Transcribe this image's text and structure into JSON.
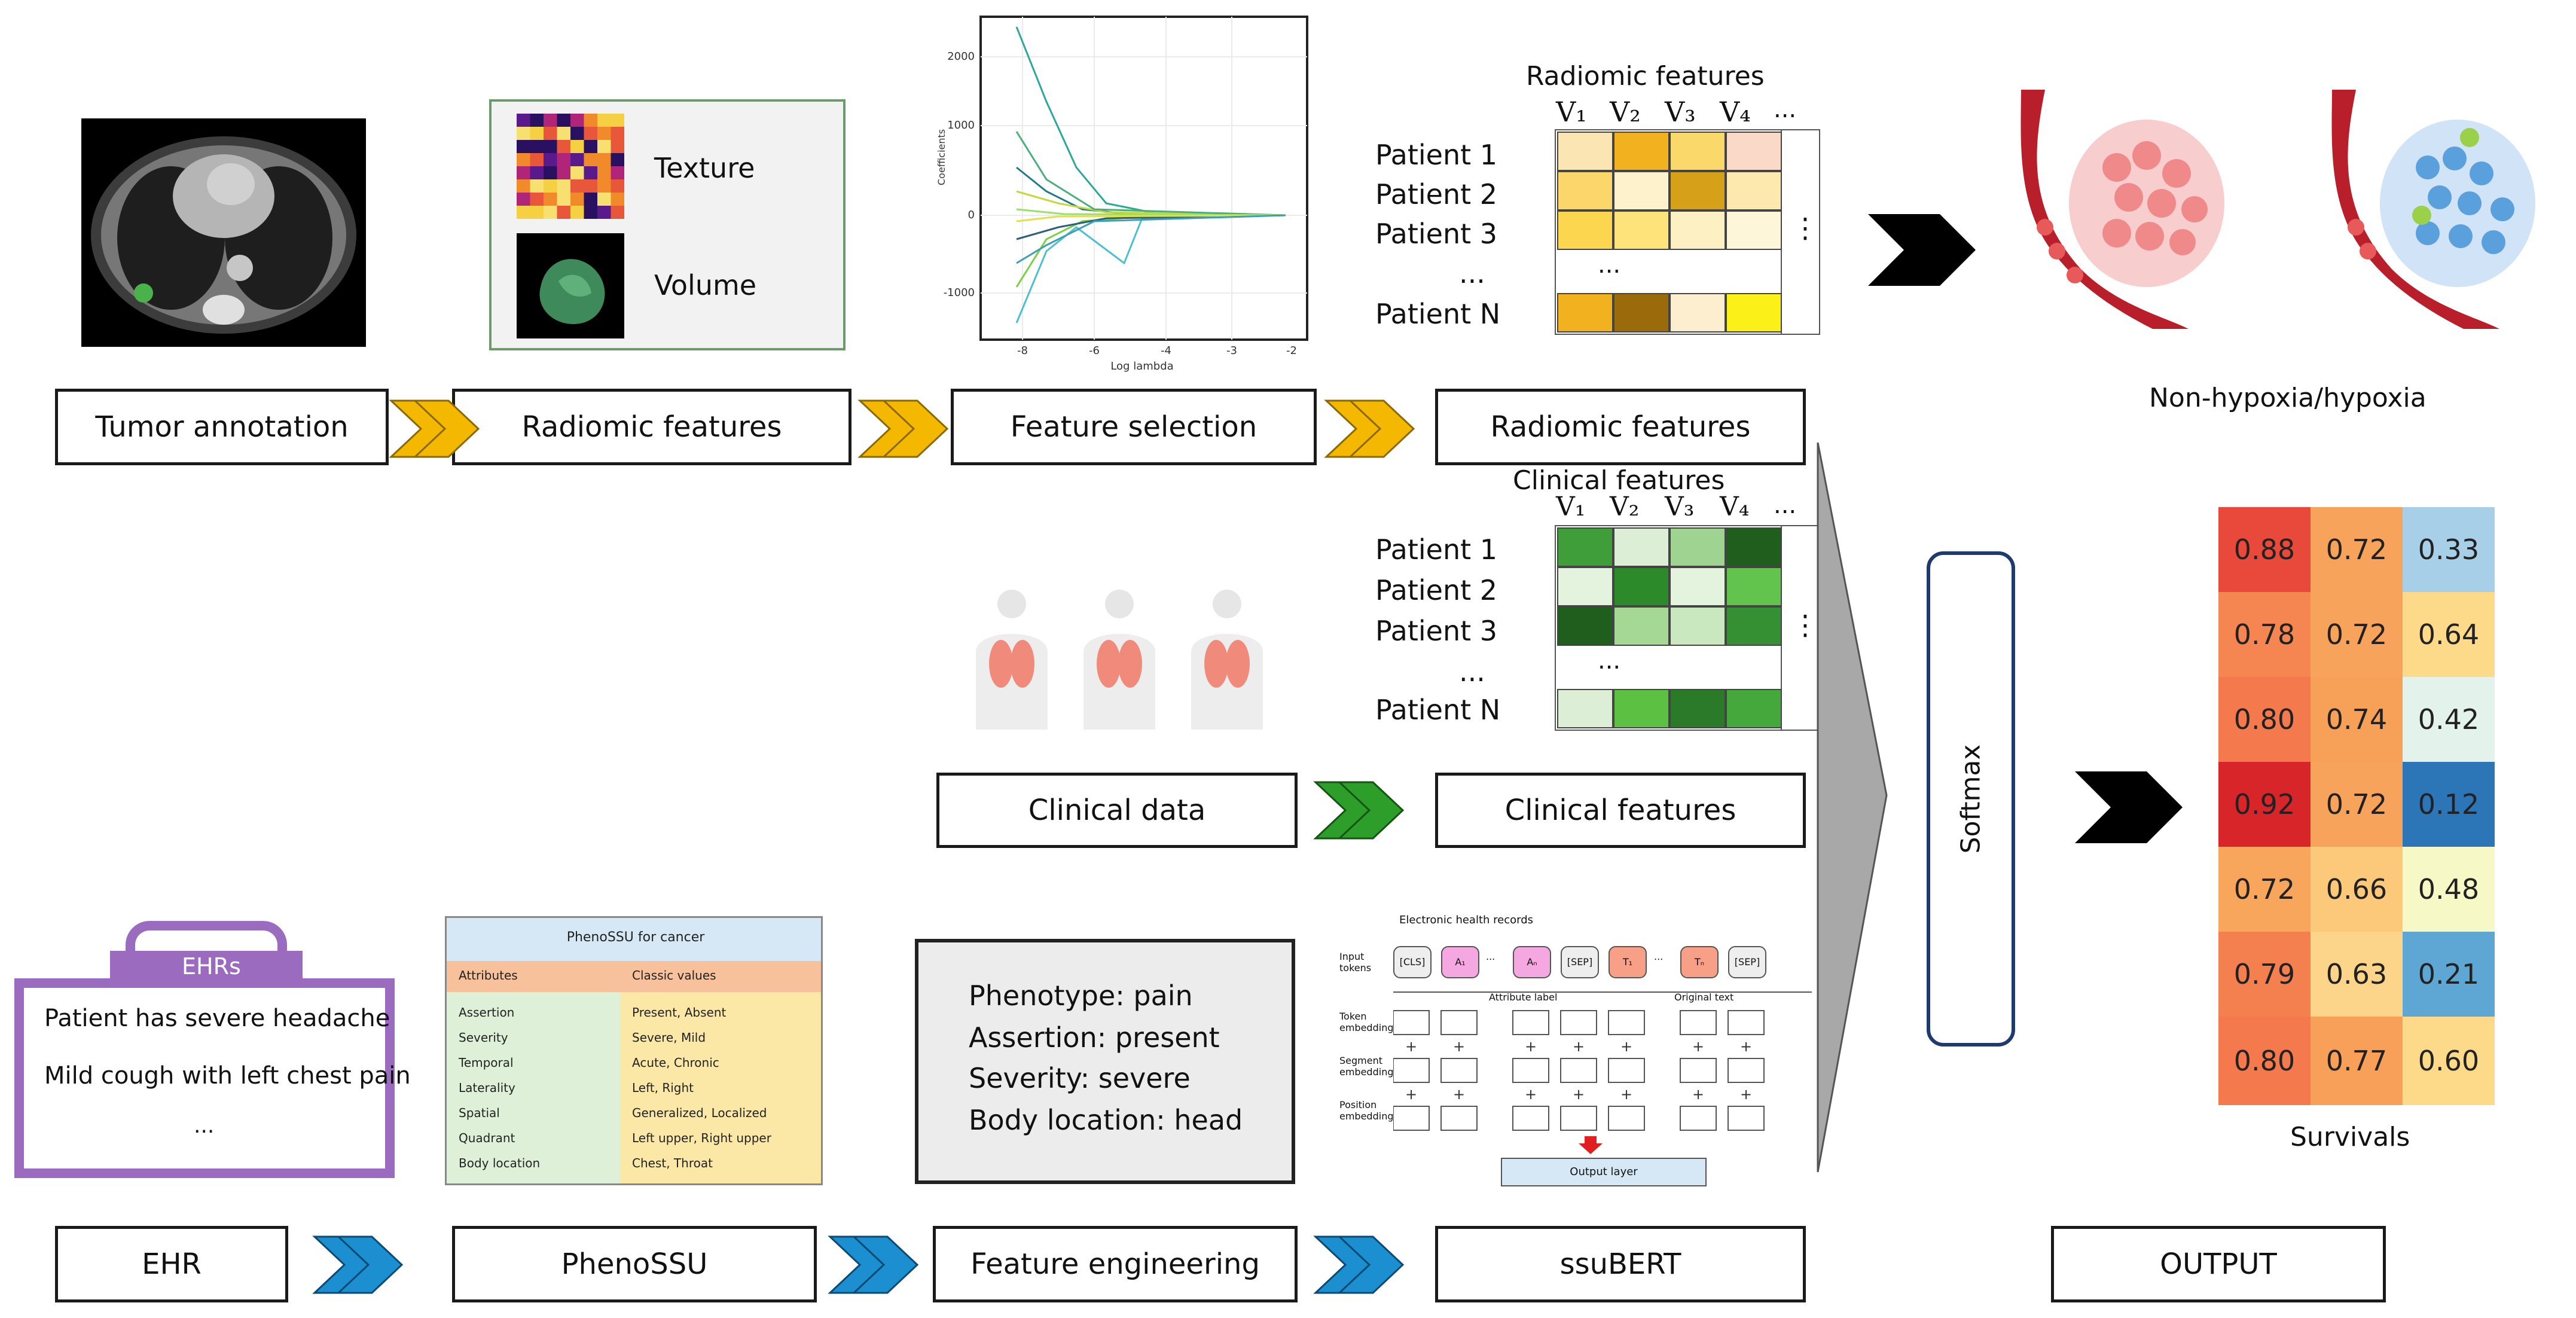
{
  "colors": {
    "yellow_arrow": "#f5b800",
    "green_arrow": "#2e9e2a",
    "blue_arrow": "#1c8fd0",
    "ehr_purple": "#9a6bbf",
    "funnel_gray": "#a8a8a8"
  },
  "top_row": {
    "tumor_annotation": "Tumor annotation",
    "radiomic_features": "Radiomic features",
    "feature_selection": "Feature selection",
    "radiomic_features_out": "Radiomic features"
  },
  "texture_panel": {
    "texture": "Texture",
    "volume": "Volume"
  },
  "lasso_plot": {
    "ylabel": "Coefficients",
    "xlabel": "Log lambda",
    "yticks": [
      "2000",
      "1000",
      "0",
      "-1000"
    ],
    "xticks": [
      "-8",
      "-6",
      "-4",
      "-3",
      "-2"
    ]
  },
  "radiomic_matrix": {
    "title": "Radiomic features",
    "cols": [
      "V₁",
      "V₂",
      "V₃",
      "V₄",
      "..."
    ],
    "rows": [
      "Patient 1",
      "Patient 2",
      "Patient 3",
      "...",
      "Patient N"
    ],
    "ellipsis": "...",
    "vdots": "⋮"
  },
  "hypoxia_label": "Non-hypoxia/hypoxia",
  "clinical_matrix": {
    "title": "Clinical features",
    "cols": [
      "V₁",
      "V₂",
      "V₃",
      "V₄",
      "..."
    ],
    "rows": [
      "Patient 1",
      "Patient 2",
      "Patient 3",
      "...",
      "Patient N"
    ],
    "ellipsis": "...",
    "vdots": "⋮"
  },
  "middle_row": {
    "clinical_data": "Clinical data",
    "clinical_features": "Clinical features"
  },
  "softmax": "Softmax",
  "survival_heatmap": {
    "rows": [
      [
        "0.88",
        "0.72",
        "0.33"
      ],
      [
        "0.78",
        "0.72",
        "0.64"
      ],
      [
        "0.80",
        "0.74",
        "0.42"
      ],
      [
        "0.92",
        "0.72",
        "0.12"
      ],
      [
        "0.72",
        "0.66",
        "0.48"
      ],
      [
        "0.79",
        "0.63",
        "0.21"
      ],
      [
        "0.80",
        "0.77",
        "0.60"
      ]
    ],
    "label": "Survivals"
  },
  "ehr_card": {
    "title": "EHRs",
    "line1": "Patient has severe headache",
    "line2": "Mild cough with left chest pain",
    "line3": "..."
  },
  "phenossu_table": {
    "title": "PhenoSSU for cancer",
    "head_left": "Attributes",
    "head_right": "Classic values",
    "rows": [
      [
        "Assertion",
        "Present, Absent"
      ],
      [
        "Severity",
        "Severe, Mild"
      ],
      [
        "Temporal",
        "Acute, Chronic"
      ],
      [
        "Laterality",
        "Left, Right"
      ],
      [
        "Spatial",
        "Generalized, Localized"
      ],
      [
        "Quadrant",
        "Left upper, Right upper"
      ],
      [
        "Body location",
        "Chest, Throat"
      ]
    ]
  },
  "feature_box": {
    "line1": "Phenotype: pain",
    "line2": "Assertion: present",
    "line3": "Severity: severe",
    "line4": "Body location: head"
  },
  "bert_diagram": {
    "title": "Electronic health records",
    "input_tokens": "Input tokens",
    "token_emb": "Token embeddings",
    "segment_emb": "Segment embeddings",
    "position_emb": "Position embeddings",
    "attr_label": "Attribute label",
    "orig_text": "Original text",
    "output_layer": "Output layer",
    "tokens": [
      "[CLS]",
      "A₁",
      "...",
      "Aₙ",
      "[SEP]",
      "T₁",
      "...",
      "Tₙ",
      "[SEP]"
    ]
  },
  "bottom_row": {
    "ehr": "EHR",
    "phenossu": "PhenoSSU",
    "feature_engineering": "Feature engineering",
    "ssubert": "ssuBERT",
    "output": "OUTPUT"
  }
}
